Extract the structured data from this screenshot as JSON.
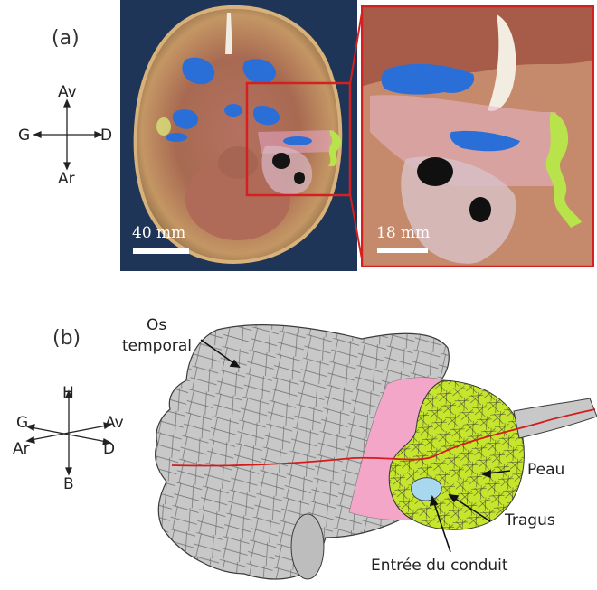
{
  "panel_a": {
    "label": "(a)",
    "compass": {
      "north": "Av",
      "south": "Ar",
      "west": "G",
      "east": "D"
    },
    "scale_main": "40 mm",
    "scale_zoom": "18 mm",
    "colors": {
      "frame": "#d42020",
      "airway": "#2a6fd8",
      "skin": "#b8e34a",
      "canal": "#e8a8c8"
    }
  },
  "panel_b": {
    "label": "(b)",
    "compass": {
      "up": "H",
      "down": "B",
      "left_up": "G",
      "left_down": "Ar",
      "right_up": "Av",
      "right_down": "D"
    },
    "annotations": {
      "temporal_line1": "Os",
      "temporal_line2": "temporal",
      "skin": "Peau",
      "tragus": "Tragus",
      "canal_entry": "Entrée du conduit"
    },
    "colors": {
      "mesh": "#c8c8c8",
      "canal": "#f4a6c8",
      "skin": "#c6e62e",
      "entry": "#a8d8ee",
      "cut_line": "#d41c1c"
    }
  }
}
